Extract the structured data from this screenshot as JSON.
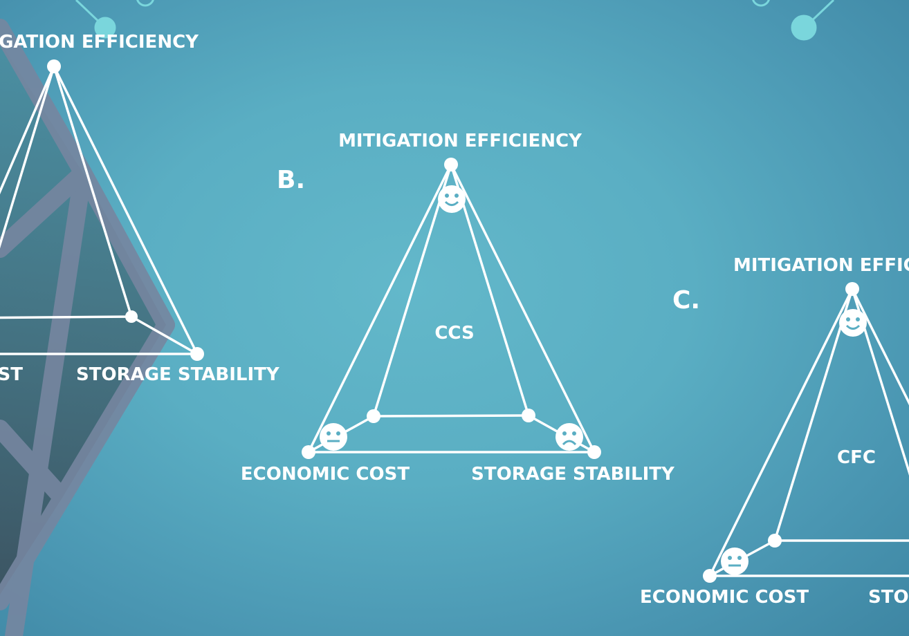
{
  "colors": {
    "background": "#5aaec3",
    "lines": "#ffffff",
    "face_features": "#5aaec3",
    "backdrop_shape": "#6e7f9a"
  },
  "panels": [
    {
      "id": "A",
      "label": "",
      "top": "MITIGATION EFFICIENCY",
      "left": "ECONOMIC COST",
      "right": "STORAGE STABILITY",
      "center": ""
    },
    {
      "id": "B",
      "label": "B.",
      "top": "MITIGATION EFFICIENCY",
      "left": "ECONOMIC COST",
      "right": "STORAGE STABILITY",
      "center": "CCS",
      "faces": {
        "top": "happy-face-icon",
        "left": "neutral-face-icon",
        "right": "sad-face-icon"
      }
    },
    {
      "id": "C",
      "label": "C.",
      "top": "MITIGATION EFFICIENCY",
      "left": "ECONOMIC COST",
      "right": "STORAGE STABILITY",
      "center": "CFC",
      "faces": {
        "top": "happy-face-icon",
        "left": "neutral-face-icon"
      }
    }
  ]
}
